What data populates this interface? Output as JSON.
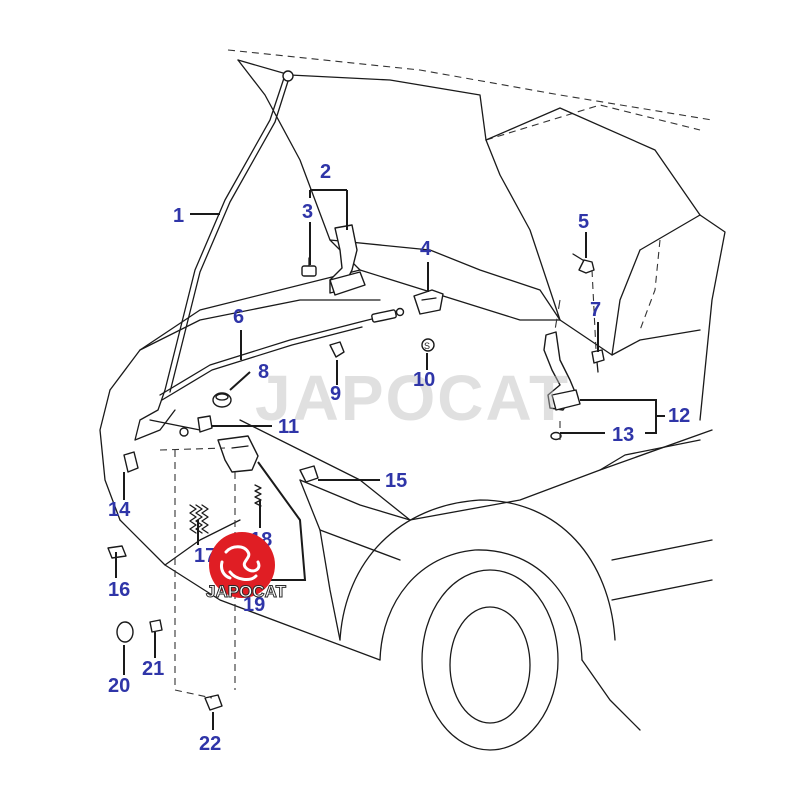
{
  "diagram": {
    "watermark": "JAPOCAT",
    "logo_text": "JAPOCAT",
    "callouts": [
      "1",
      "2",
      "3",
      "4",
      "5",
      "6",
      "7",
      "8",
      "9",
      "10",
      "11",
      "12",
      "13",
      "14",
      "15",
      "16",
      "17",
      "18",
      "19",
      "20",
      "21",
      "22"
    ]
  },
  "colors": {
    "callout": "#2f35a8",
    "logo_red": "#e01e24",
    "line": "#1a1a1a"
  }
}
